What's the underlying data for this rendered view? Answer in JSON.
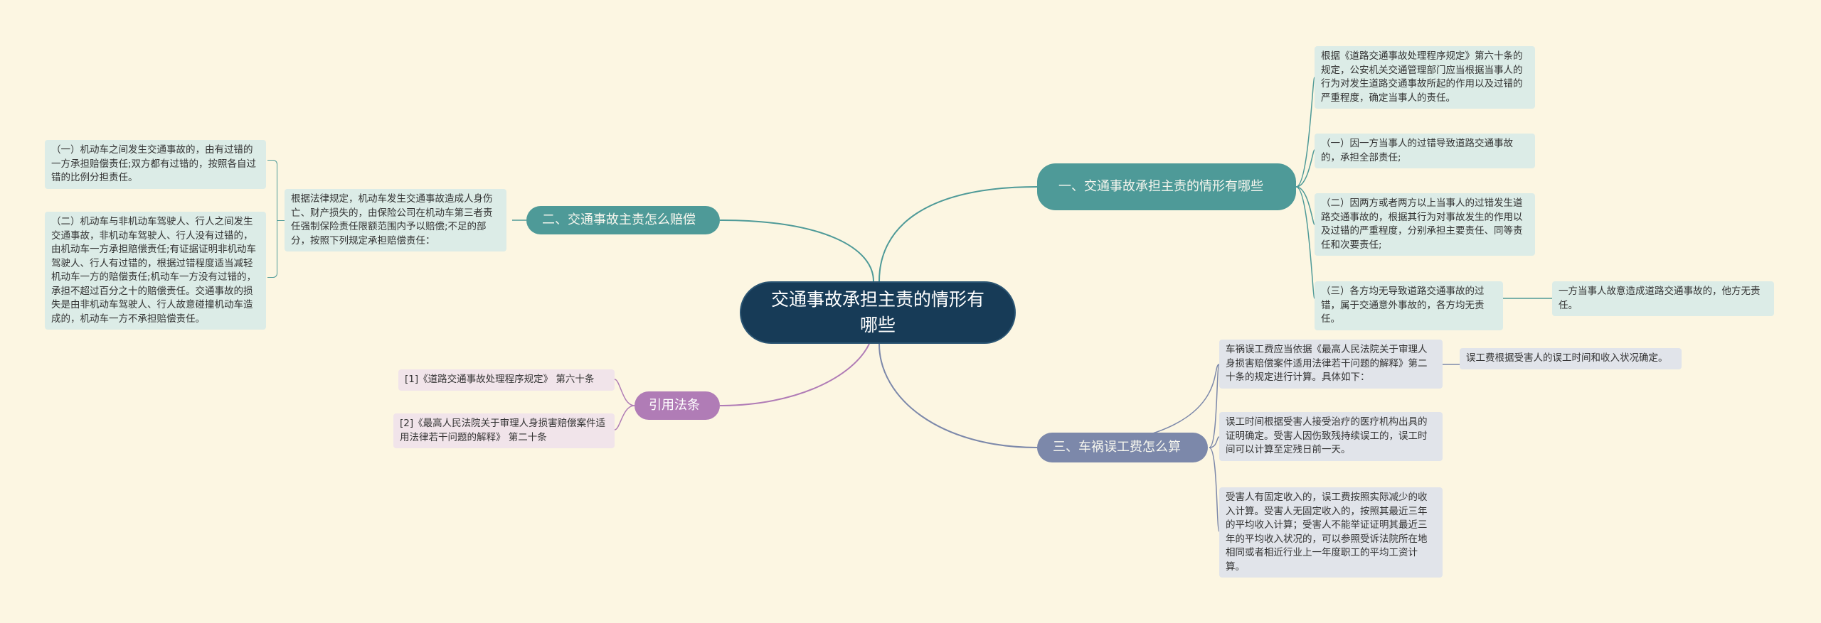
{
  "root": {
    "title": "交通事故承担主责的情形有哪些"
  },
  "branch1": {
    "title": "一、交通事故承担主责的情形有哪些",
    "items": [
      "根据《道路交通事故处理程序规定》第六十条的规定，公安机关交通管理部门应当根据当事人的行为对发生道路交通事故所起的作用以及过错的严重程度，确定当事人的责任。",
      "（一）因一方当事人的过错导致道路交通事故的，承担全部责任;",
      "（二）因两方或者两方以上当事人的过错发生道路交通事故的，根据其行为对事故发生的作用以及过错的严重程度，分别承担主要责任、同等责任和次要责任;",
      "（三）各方均无导致道路交通事故的过错，属于交通意外事故的，各方均无责任。"
    ],
    "sub": "一方当事人故意造成道路交通事故的，他方无责任。"
  },
  "branch2": {
    "title": "二、交通事故主责怎么赔偿",
    "intro": "根据法律规定，机动车发生交通事故造成人身伤亡、财产损失的，由保险公司在机动车第三者责任强制保险责任限额范围内予以赔偿;不足的部分，按照下列规定承担赔偿责任：",
    "items": [
      "（一）机动车之间发生交通事故的，由有过错的一方承担赔偿责任;双方都有过错的，按照各自过错的比例分担责任。",
      "（二）机动车与非机动车驾驶人、行人之间发生交通事故，非机动车驾驶人、行人没有过错的，由机动车一方承担赔偿责任;有证据证明非机动车驾驶人、行人有过错的，根据过错程度适当减轻机动车一方的赔偿责任;机动车一方没有过错的，承担不超过百分之十的赔偿责任。交通事故的损失是由非机动车驾驶人、行人故意碰撞机动车造成的，机动车一方不承担赔偿责任。"
    ]
  },
  "branch3": {
    "title": "三、车祸误工费怎么算",
    "items": [
      "车祸误工费应当依据《最高人民法院关于审理人身损害赔偿案件适用法律若干问题的解释》第二十条的规定进行计算。具体如下：",
      "误工时间根据受害人接受治疗的医疗机构出具的证明确定。受害人因伤致残持续误工的，误工时间可以计算至定残日前一天。",
      "受害人有固定收入的，误工费按照实际减少的收入计算。受害人无固定收入的，按照其最近三年的平均收入计算；受害人不能举证证明其最近三年的平均收入状况的，可以参照受诉法院所在地相同或者相近行业上一年度职工的平均工资计算。"
    ],
    "sub": "误工费根据受害人的误工时间和收入状况确定。"
  },
  "branch4": {
    "title": "引用法条",
    "items": [
      "[1]《道路交通事故处理程序规定》 第六十条",
      "[2]《最高人民法院关于审理人身损害赔偿案件适用法律若干问题的解释》 第二十条"
    ]
  },
  "colors": {
    "root": "#173b57",
    "teal": "#4e9a98",
    "slate": "#7c88aa",
    "purple": "#b07cb6",
    "background": "#fcf6e2"
  }
}
